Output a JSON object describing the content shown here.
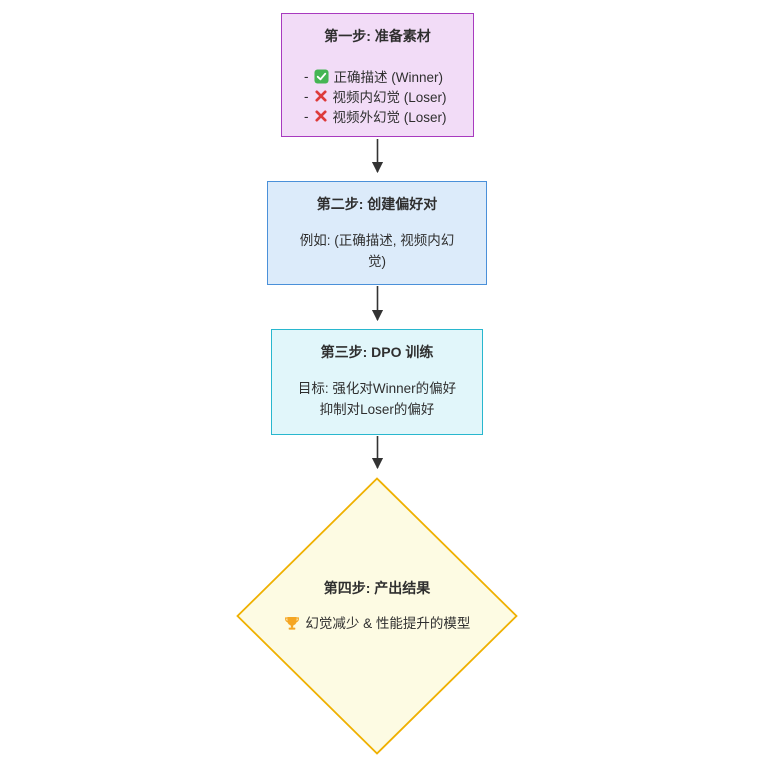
{
  "diagram": {
    "nodes": {
      "step1": {
        "title": "第一步: 准备素材",
        "items": [
          {
            "bullet": "-",
            "icon": "check-icon",
            "label": "正确描述 (Winner)"
          },
          {
            "bullet": "-",
            "icon": "cross-icon",
            "label": "视频内幻觉 (Loser)"
          },
          {
            "bullet": "-",
            "icon": "cross-icon",
            "label": "视频外幻觉 (Loser)"
          }
        ],
        "colors": {
          "fill": "#f2dcf7",
          "border": "#a83abf"
        }
      },
      "step2": {
        "title": "第二步: 创建偏好对",
        "body": "例如: (正确描述, 视频内幻觉)",
        "colors": {
          "fill": "#dcebfa",
          "border": "#4a90d9"
        }
      },
      "step3": {
        "title": "第三步: DPO 训练",
        "body_lines": [
          "目标: 强化对Winner的偏好",
          "抑制对Loser的偏好"
        ],
        "colors": {
          "fill": "#e1f6fa",
          "border": "#28b7ce"
        }
      },
      "step4": {
        "title": "第四步: 产出结果",
        "icon": "trophy-icon",
        "body": "幻觉减少 & 性能提升的模型",
        "colors": {
          "fill": "#fdfbe3",
          "border": "#efb000"
        }
      }
    },
    "arrow_color": "#333333",
    "icon_colors": {
      "check_green": "#45b554",
      "cross_red": "#dd3b3b",
      "trophy_gold": "#f5a623"
    }
  }
}
